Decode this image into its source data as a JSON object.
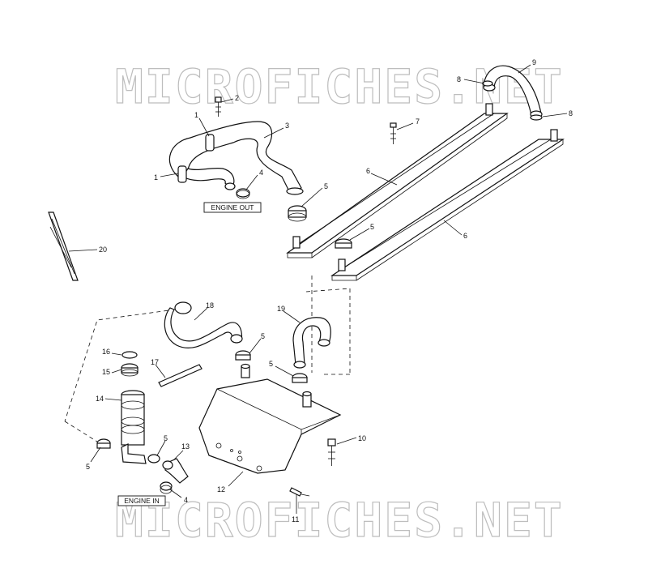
{
  "watermark": "MICROFICHES.NET",
  "labels": {
    "engine_out": "ENGINE OUT",
    "engine_in": "ENGINE IN"
  },
  "callouts": {
    "c1a": "1",
    "c1b": "1",
    "c2": "2",
    "c3": "3",
    "c4a": "4",
    "c4b": "4",
    "c5a": "5",
    "c5b": "5",
    "c5c": "5",
    "c5d": "5",
    "c5e": "5",
    "c5f": "5",
    "c6a": "6",
    "c6b": "6",
    "c7": "7",
    "c8a": "8",
    "c8b": "8",
    "c9": "9",
    "c10": "10",
    "c11": "11",
    "c12": "12",
    "c13": "13",
    "c14": "14",
    "c15": "15",
    "c16": "16",
    "c17": "17",
    "c18": "18",
    "c19": "19",
    "c20": "20"
  }
}
